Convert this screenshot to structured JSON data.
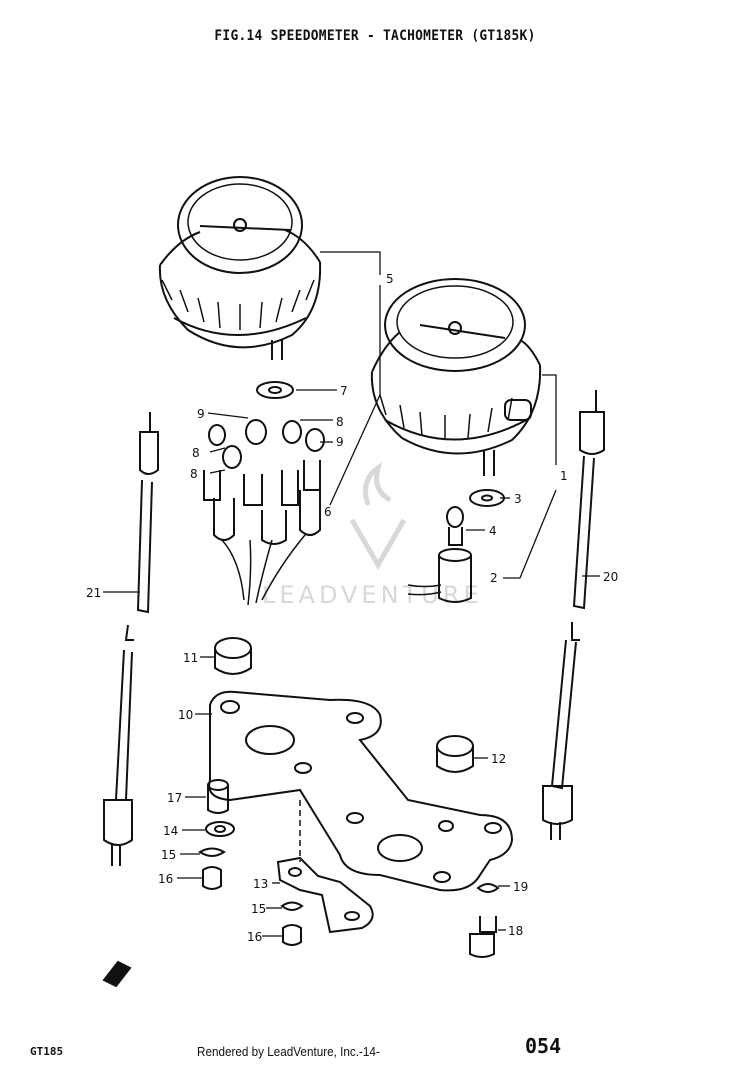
{
  "title": "FIG.14  SPEEDOMETER - TACHOMETER (GT185K)",
  "callouts": [
    "1",
    "2",
    "3",
    "4",
    "5",
    "6",
    "7",
    "8",
    "8",
    "8",
    "9",
    "9",
    "10",
    "11",
    "12",
    "13",
    "14",
    "15",
    "15",
    "16",
    "16",
    "17",
    "18",
    "19",
    "20",
    "21"
  ],
  "watermark": "LEADVENTURE",
  "footer": {
    "model": "GT185",
    "rendered_by": "Rendered by LeadVenture, Inc.",
    "page_number": "-14-",
    "page_code": "054"
  }
}
